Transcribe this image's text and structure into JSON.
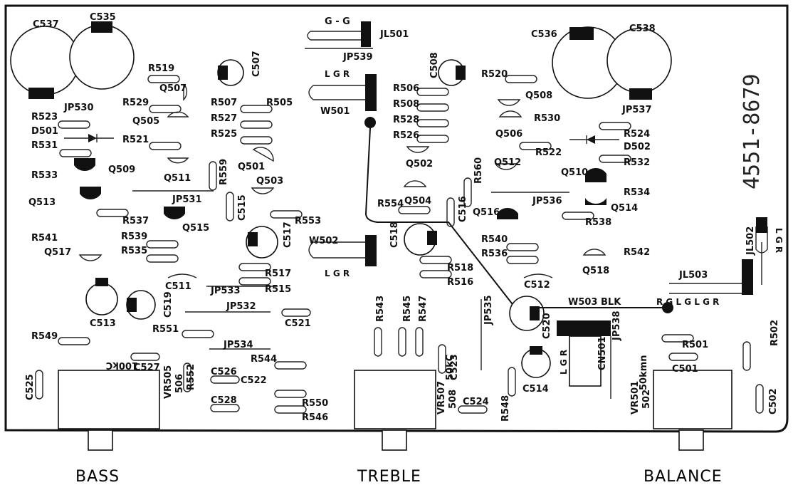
{
  "board": {
    "part_number": "4551-8679",
    "knobs": {
      "bass": "BASS",
      "treble": "TREBLE",
      "balance": "BALANCE"
    },
    "pot_values": {
      "vr505": "100kC",
      "vr507": "50kC",
      "vr501": "50kmn"
    },
    "wire_w503": "W503 BLK",
    "lgr": "L G R",
    "rgr_row": "R G  L G L G R"
  },
  "labels": {
    "C537": "C537",
    "C535": "C535",
    "C536": "C536",
    "C538": "C538",
    "JL501": "JL501",
    "JP539": "JP539",
    "JP530": "JP530",
    "JP537": "JP537",
    "R519": "R519",
    "Q507": "Q507",
    "C507": "C507",
    "C508": "C508",
    "R520": "R520",
    "R529": "R529",
    "R507": "R507",
    "R505": "R505",
    "R506": "R506",
    "Q508": "Q508",
    "Q505": "Q505",
    "R527": "R527",
    "R508": "R508",
    "R530": "R530",
    "R528": "R528",
    "R523": "R523",
    "D501": "D501",
    "R521": "R521",
    "R525": "R525",
    "W501": "W501",
    "Q506": "Q506",
    "R526": "R526",
    "R524": "R524",
    "D502": "D502",
    "R531": "R531",
    "Q509": "Q509",
    "Q501": "Q501",
    "Q502": "Q502",
    "R522": "R522",
    "R532": "R532",
    "Q511": "Q511",
    "R559": "R559",
    "R560": "R560",
    "Q512": "Q512",
    "Q510": "Q510",
    "R533": "R533",
    "Q503": "Q503",
    "JP531": "JP531",
    "JP536": "JP536",
    "R534": "R534",
    "Q513": "Q513",
    "C515": "C515",
    "R554": "R554",
    "Q504": "Q504",
    "C516": "C516",
    "Q516": "Q516",
    "Q514": "Q514",
    "R537": "R537",
    "Q515": "Q515",
    "R553": "R553",
    "R538": "R538",
    "R541": "R541",
    "R539": "R539",
    "C517": "C517",
    "W502": "W502",
    "C518": "C518",
    "R540": "R540",
    "JL502": "JL502",
    "R535": "R535",
    "R536": "R536",
    "R542": "R542",
    "Q517": "Q517",
    "R517": "R517",
    "R518": "R518",
    "Q518": "Q518",
    "C511": "C511",
    "JP533": "JP533",
    "R515": "R515",
    "R516": "R516",
    "C512": "C512",
    "JL503": "JL503",
    "C513": "C513",
    "C519": "C519",
    "JP535": "JP535",
    "R543": "R543",
    "R545": "R545",
    "R547": "R547",
    "C520": "C520",
    "JP532": "JP532",
    "C521": "C521",
    "JP538": "JP538",
    "R502": "R502",
    "R549": "R549",
    "R551": "R551",
    "JP534": "JP534",
    "R501": "R501",
    "C527": "C527",
    "R552": "R552",
    "R544": "R544",
    "C523": "C523",
    "CN501": "CN501",
    "C501": "C501",
    "C525": "C525",
    "C526": "C526",
    "C522": "C522",
    "C514": "C514",
    "C528": "C528",
    "R550": "R550",
    "R546": "R546",
    "C524": "C524",
    "R548": "R548",
    "C502": "C502",
    "VR505": "VR505",
    "P506": "506",
    "VR507": "VR507",
    "P508": "508",
    "VR501": "VR501",
    "P502": "502",
    "G6": "G - G"
  }
}
